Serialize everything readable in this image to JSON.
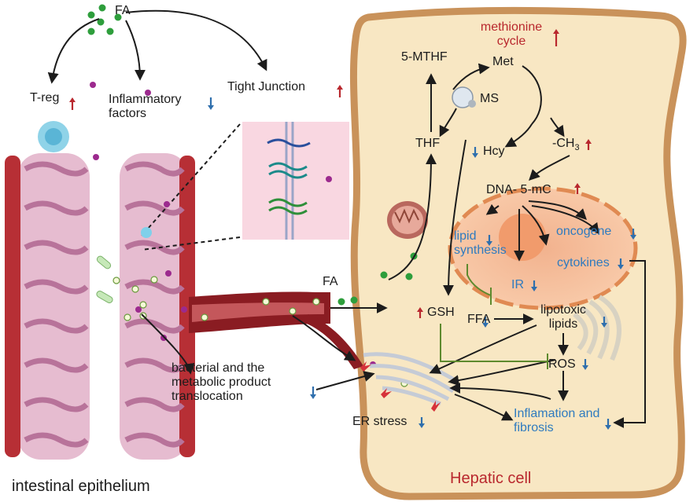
{
  "colors": {
    "up_arrow": "#b9282e",
    "down_arrow": "#2f6fad",
    "blue_text": "#2f7bbf",
    "hepatocyte_fill": "#f8e7c3",
    "hepatocyte_border": "#c9925a",
    "intestine_pink": "#dba3bd",
    "vessel_red": "#8a1c22",
    "fa_dot": "#2e9e3c",
    "lps_dot": "#9c2a8e",
    "inhibition_line": "#5e8a2e"
  },
  "icons": {
    "up": "arrow-up-icon",
    "down": "arrow-down-icon",
    "inhibit": "inhibition-bar-icon"
  },
  "labels": {
    "fa_top": "FA",
    "treg": "T-reg",
    "inflammatory_factors": "Inflammatory factors",
    "tight_junction": "Tight Junction",
    "bacterial_translocation": "bacterial and the metabolic product translocation",
    "intestinal_epithelium": "intestinal epithelium",
    "fa_vessel": "FA",
    "methionine_cycle": "methionine cycle",
    "mthf": "5-MTHF",
    "met": "Met",
    "ms": "MS",
    "thf": "THF",
    "hcy": "Hcy",
    "ch3": "-CH",
    "ch3_sub": "3",
    "dna_5mc": "DNA- 5-mC",
    "lipid_synthesis": "lipid synthesis",
    "oncogene": "oncogene",
    "cytokines": "cytokines",
    "ir": "IR",
    "gsh": "GSH",
    "ffa": "FFA",
    "lipotoxic_lipids": "lipotoxic lipids",
    "ros": "ROS",
    "er_stress": "ER stress",
    "inflammation_fibrosis": "Inflamation and fibrosis",
    "hepatic_cell": "Hepatic cell"
  }
}
